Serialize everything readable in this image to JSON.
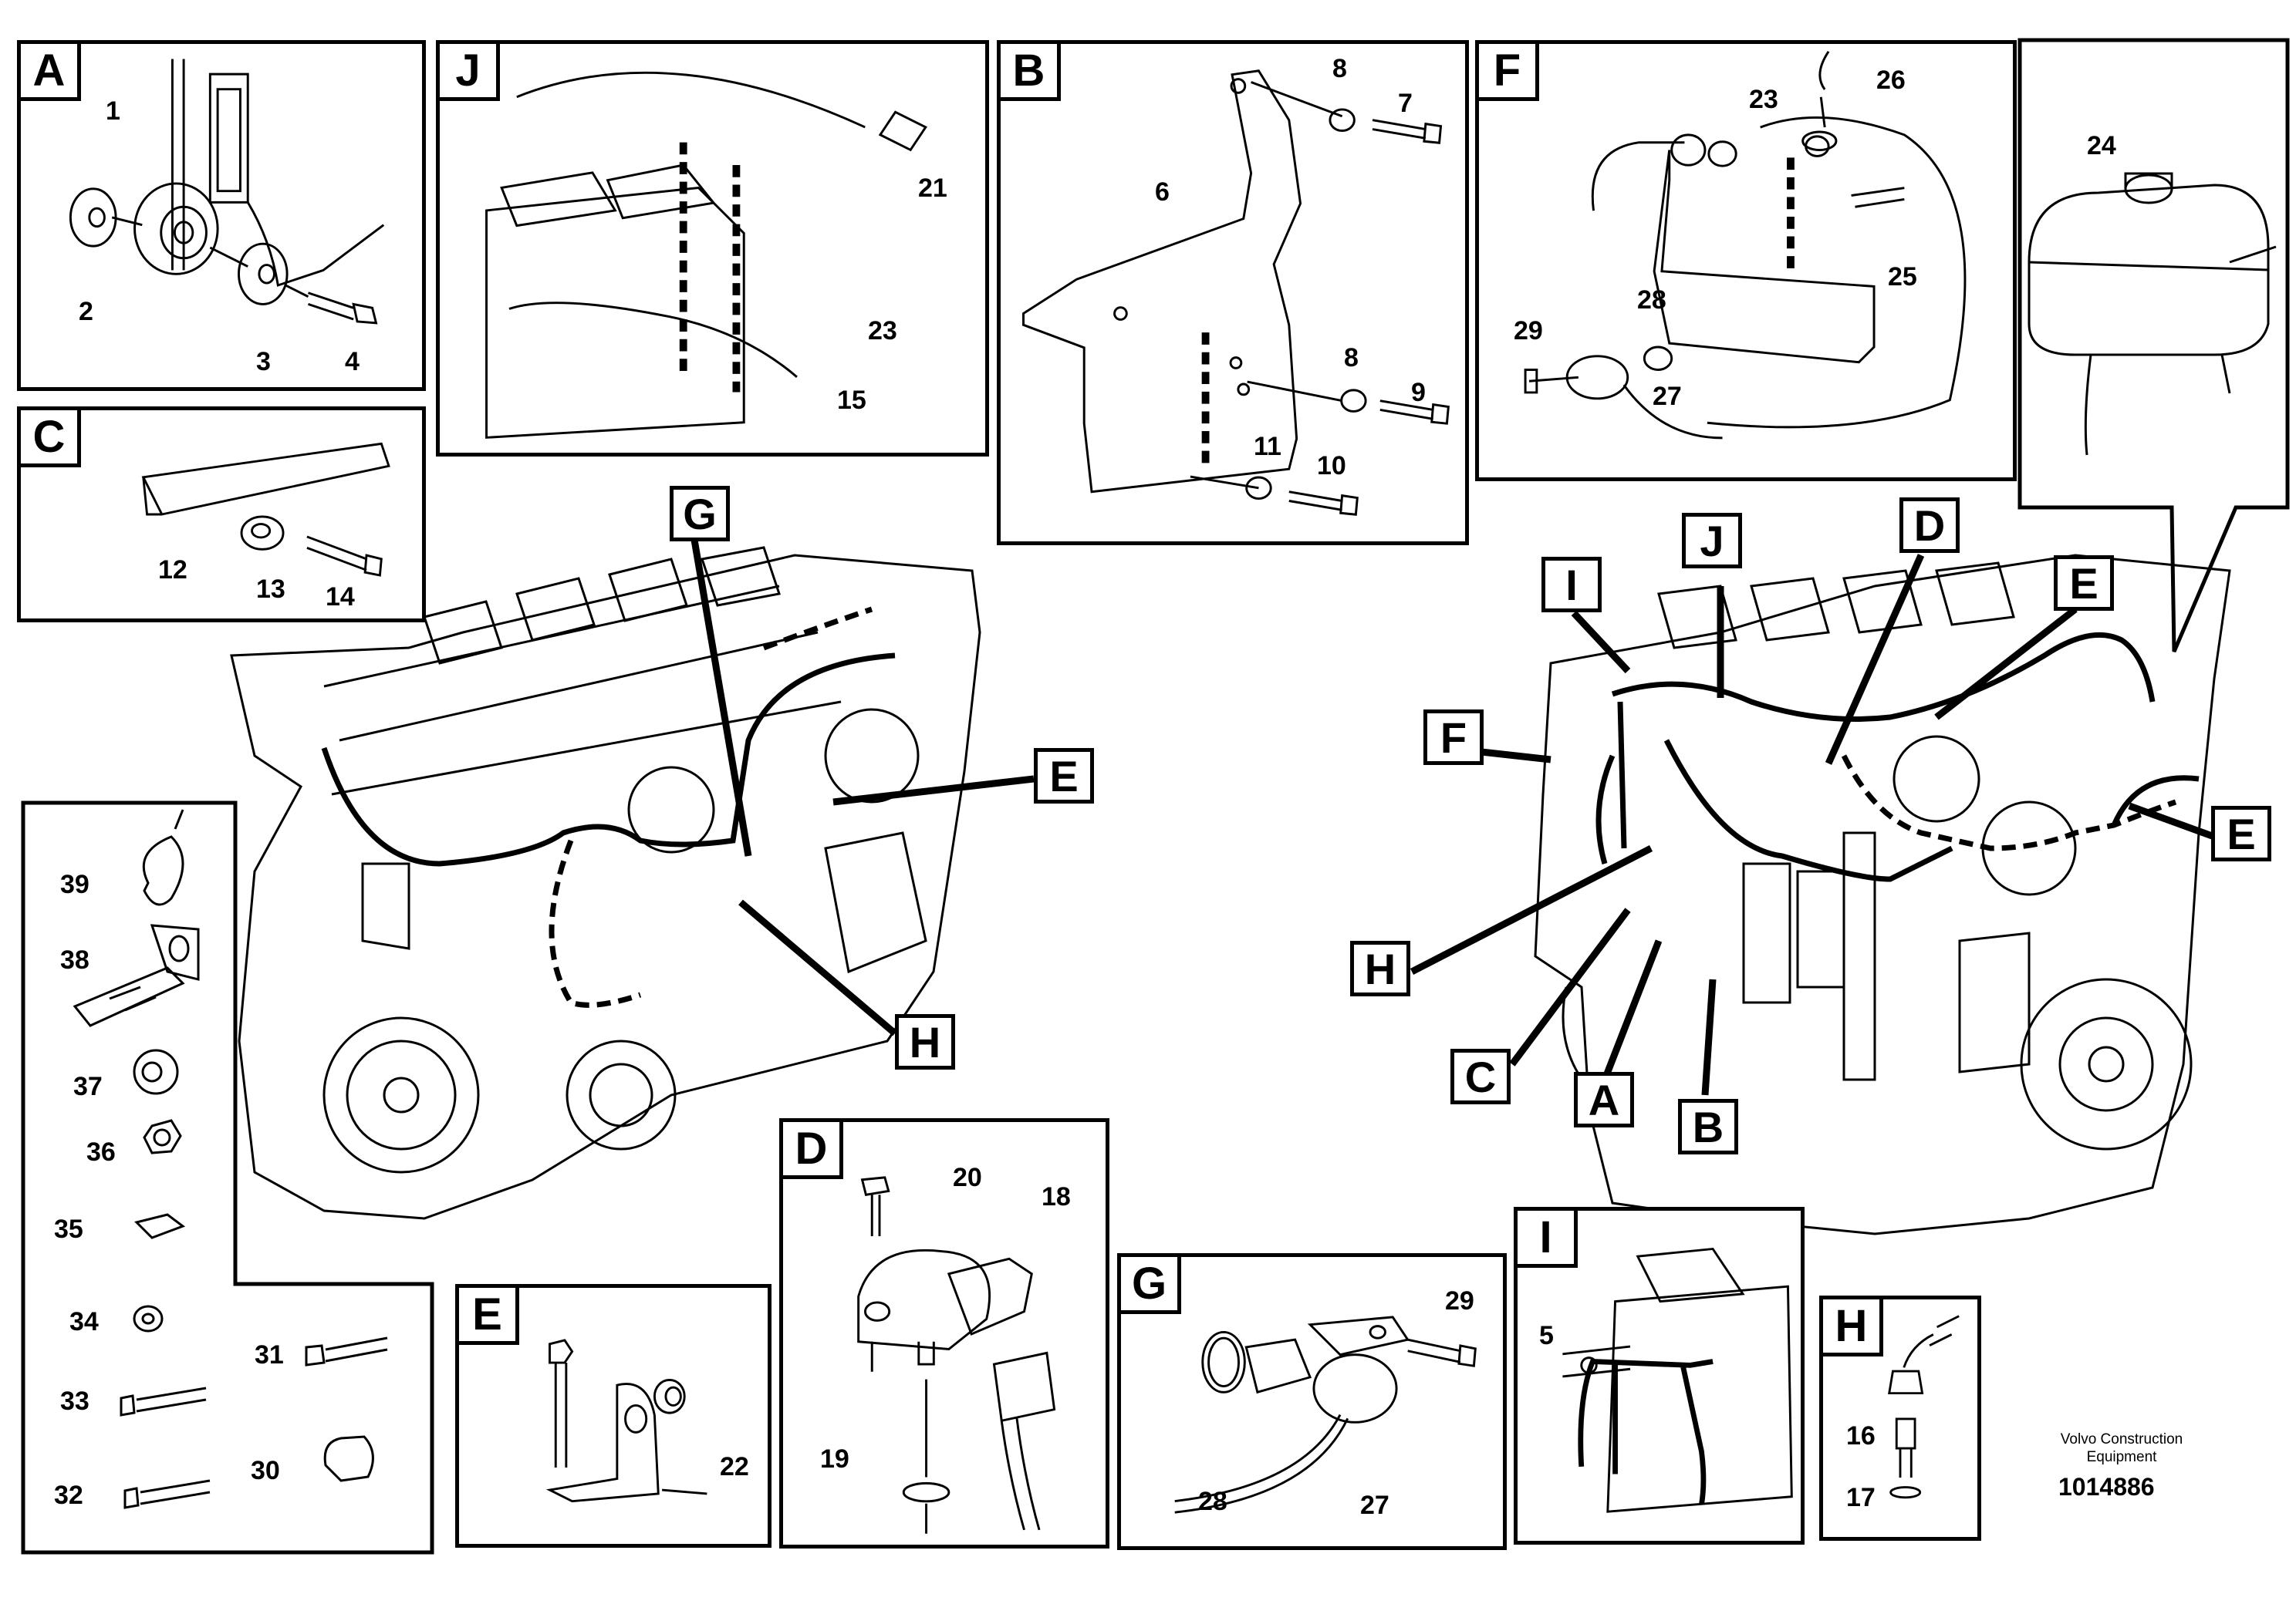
{
  "panels": {
    "A": {
      "label": "A",
      "callouts": [
        "1",
        "2",
        "3",
        "4"
      ]
    },
    "C": {
      "label": "C",
      "callouts": [
        "12",
        "13",
        "14"
      ]
    },
    "J": {
      "label": "J",
      "callouts": [
        "21",
        "23",
        "15"
      ]
    },
    "B": {
      "label": "B",
      "callouts": [
        "8",
        "7",
        "6",
        "8",
        "9",
        "11",
        "10"
      ]
    },
    "F": {
      "label": "F",
      "callouts": [
        "23",
        "26",
        "25",
        "28",
        "29",
        "27"
      ]
    },
    "tank": {
      "callouts": [
        "24"
      ]
    },
    "fasteners": {
      "callouts": [
        "39",
        "38",
        "37",
        "36",
        "35",
        "34",
        "31",
        "33",
        "30",
        "32"
      ]
    },
    "E": {
      "label": "E",
      "callouts": [
        "22"
      ]
    },
    "D": {
      "label": "D",
      "callouts": [
        "20",
        "18",
        "19"
      ]
    },
    "G": {
      "label": "G",
      "callouts": [
        "29",
        "28",
        "27"
      ]
    },
    "I": {
      "label": "I",
      "callouts": [
        "5"
      ]
    },
    "H": {
      "label": "H",
      "callouts": [
        "16",
        "17"
      ]
    }
  },
  "engine_left_callouts": [
    "G",
    "E",
    "H"
  ],
  "engine_right_callouts": [
    "I",
    "J",
    "D",
    "E",
    "F",
    "E",
    "H",
    "C",
    "A",
    "B"
  ],
  "footer": {
    "caption_line1": "Volvo Construction",
    "caption_line2": "Equipment",
    "doc_number": "1014886"
  }
}
